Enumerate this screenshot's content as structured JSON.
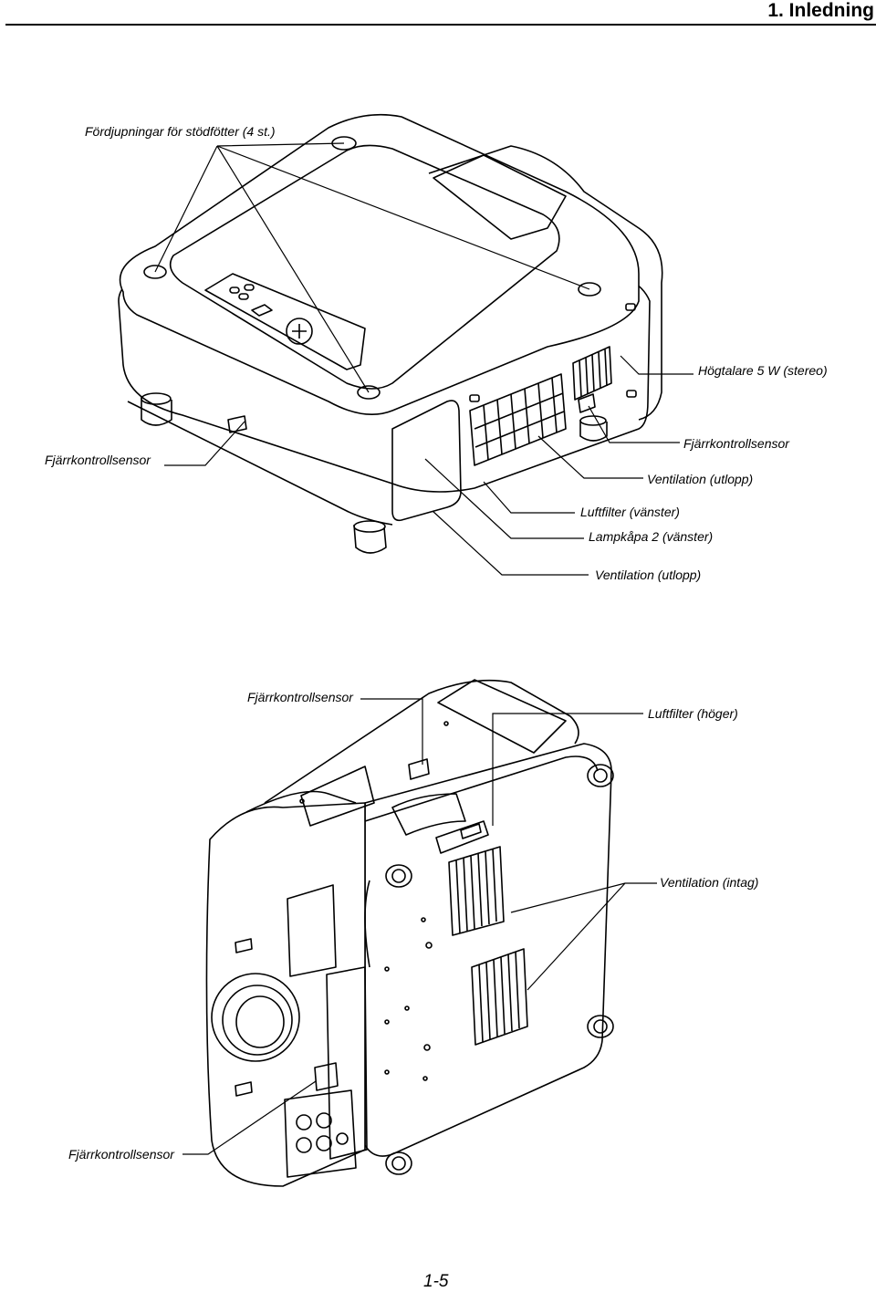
{
  "header": {
    "title": "1. Inledning"
  },
  "top_view": {
    "labels": {
      "feet_recesses": "Fördjupningar för stödfötter (4 st.)",
      "speaker": "Högtalare 5 W (stereo)",
      "remote_sensor_left": "Fjärrkontrollsensor",
      "remote_sensor_right": "Fjärrkontrollsensor",
      "vent_outlet_1": "Ventilation (utlopp)",
      "air_filter_left": "Luftfilter (vänster)",
      "lamp_cover_2": "Lampkåpa 2 (vänster)",
      "vent_outlet_2": "Ventilation (utlopp)"
    }
  },
  "bottom_view": {
    "labels": {
      "remote_sensor_top": "Fjärrkontrollsensor",
      "air_filter_right": "Luftfilter (höger)",
      "vent_intake": "Ventilation (intag)",
      "remote_sensor_bottom": "Fjärrkontrollsensor"
    }
  },
  "footer": {
    "page_number": "1-5"
  }
}
